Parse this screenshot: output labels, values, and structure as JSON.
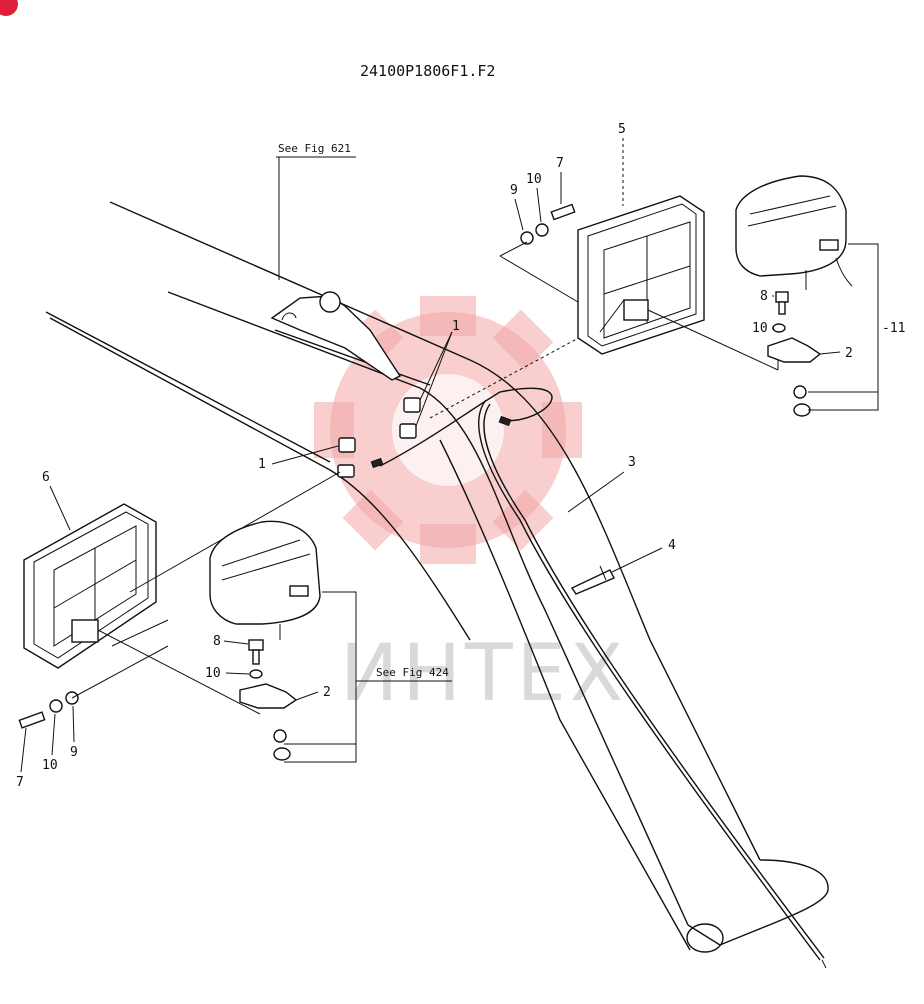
{
  "drawing_code": "24100P1806F1.F2",
  "watermark_text": "ИНТЕХ",
  "references": [
    "See Fig 621",
    "See Fig 424"
  ],
  "callouts": {
    "c1a": "1",
    "c1b": "1",
    "c2a": "2",
    "c2b": "2",
    "c3": "3",
    "c4": "4",
    "c5": "5",
    "c6": "6",
    "c7a": "7",
    "c7b": "7",
    "c8a": "8",
    "c8b": "8",
    "c9a": "9",
    "c9b": "9",
    "c10a": "10",
    "c10b": "10",
    "c10c": "10",
    "c10d": "10",
    "c11": "-11"
  },
  "colors": {
    "watermark": "#f3a6a6",
    "badge": "#e0203a",
    "ink": "#111111"
  }
}
